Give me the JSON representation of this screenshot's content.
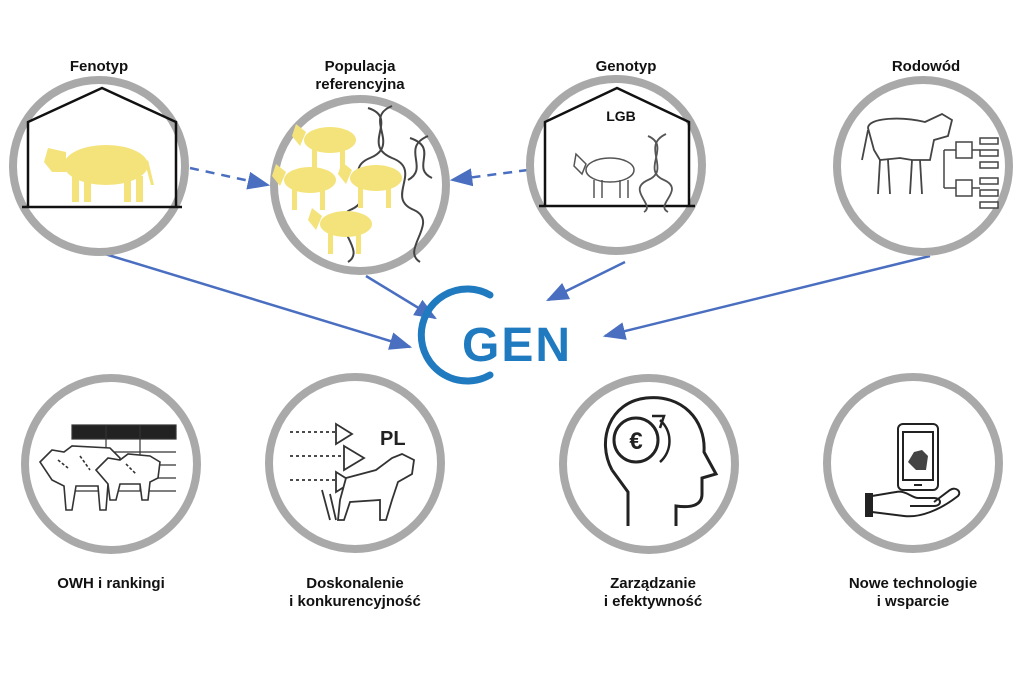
{
  "top_nodes": [
    {
      "id": "fenotyp",
      "label_lines": [
        "Fenotyp"
      ]
    },
    {
      "id": "populacja",
      "label_lines": [
        "Populacja",
        "referencyjna"
      ]
    },
    {
      "id": "genotyp",
      "label_lines": [
        "Genotyp"
      ],
      "inner_text": "LGB"
    },
    {
      "id": "rodowod",
      "label_lines": [
        "Rodowód"
      ]
    }
  ],
  "bottom_nodes": [
    {
      "id": "owh",
      "label_lines": [
        "OWH i rankingi"
      ]
    },
    {
      "id": "doskonalenie",
      "label_lines": [
        "Doskonalenie",
        "i konkurencyjność"
      ],
      "inner_text": "PL"
    },
    {
      "id": "zarzadzanie",
      "label_lines": [
        "Zarządzanie",
        "i efektywność"
      ],
      "inner_text": "€"
    },
    {
      "id": "nowe",
      "label_lines": [
        "Nowe technologie",
        "i wsparcie"
      ]
    }
  ],
  "logo": {
    "text": "GEN"
  },
  "colors": {
    "arrow": "#4a6fc0",
    "circle_border": "#a9a9a9",
    "cow_fill": "#f3e37a",
    "logo": "#1f7ac0",
    "icon_stroke": "#333333"
  }
}
